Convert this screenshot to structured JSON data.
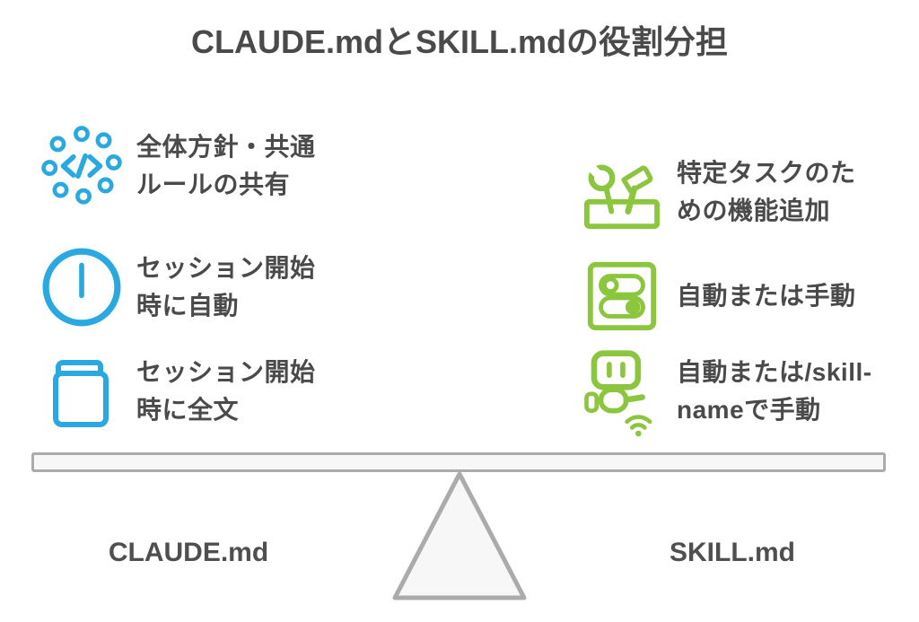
{
  "title": "CLAUDE.mdとSKILL.mdの役割分担",
  "text_color": "#4A4A4A",
  "left_side": {
    "label": "CLAUDE.md",
    "accent_color": "#29A9DF",
    "items": [
      {
        "icon": "code-network-icon",
        "text": "全体方針・共通\nルールの共有"
      },
      {
        "icon": "session-auto-start-icon",
        "text": "セッション開始\n時に自動"
      },
      {
        "icon": "book-icon",
        "text": "セッション開始\n時に全文"
      }
    ]
  },
  "right_side": {
    "label": "SKILL.md",
    "accent_color": "#8CC63E",
    "items": [
      {
        "icon": "toolbox-icon",
        "text": "特定タスクのた\nめの機能追加"
      },
      {
        "icon": "toggle-switches-icon",
        "text": "自動または手動"
      },
      {
        "icon": "robot-wifi-icon",
        "text": "自動または/skill-\nnameで手動"
      }
    ]
  },
  "balance": {
    "beam_fill": "#F7F7F7",
    "beam_stroke": "#ABABAB"
  }
}
